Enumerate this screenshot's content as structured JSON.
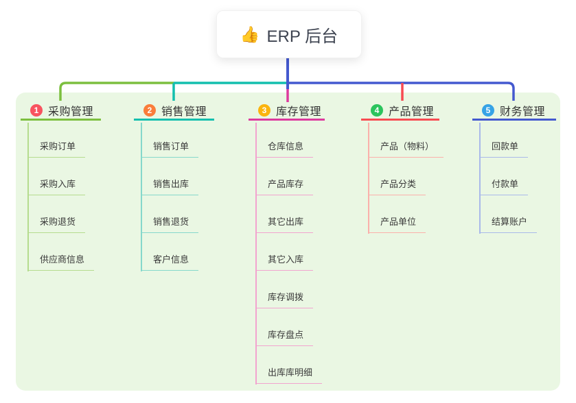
{
  "root": {
    "icon": "👍",
    "icon_name": "thumbs-up-icon",
    "title": "ERP 后台"
  },
  "colors": {
    "background": "#ffffff",
    "panel": "#eaf7e3",
    "root_line": "#4459cf",
    "title_text": "#333333",
    "child_text": "#3a3a3a"
  },
  "branches": [
    {
      "number": "1",
      "title": "采购管理",
      "color": "#7cbf3f",
      "light_color": "#b5dc8e",
      "badge_color": "#f8535f",
      "children": [
        "采购订单",
        "采购入库",
        "采购退货",
        "供应商信息"
      ]
    },
    {
      "number": "2",
      "title": "销售管理",
      "color": "#13bfae",
      "light_color": "#85d8cb",
      "badge_color": "#fa7d3a",
      "children": [
        "销售订单",
        "销售出库",
        "销售退货",
        "客户信息"
      ]
    },
    {
      "number": "3",
      "title": "库存管理",
      "color": "#dd3a9e",
      "light_color": "#f2a3cf",
      "badge_color": "#fbb40e",
      "children": [
        "仓库信息",
        "产品库存",
        "其它出库",
        "其它入库",
        "库存调拨",
        "库存盘点",
        "出库库明细"
      ]
    },
    {
      "number": "4",
      "title": "产品管理",
      "color": "#f84b52",
      "light_color": "#fbb0ab",
      "badge_color": "#2bc45d",
      "children": [
        "产品（物料）",
        "产品分类",
        "产品单位"
      ]
    },
    {
      "number": "5",
      "title": "财务管理",
      "color": "#4459cf",
      "light_color": "#a9b9ea",
      "badge_color": "#36a3e6",
      "children": [
        "回款单",
        "付款单",
        "结算账户"
      ]
    }
  ]
}
